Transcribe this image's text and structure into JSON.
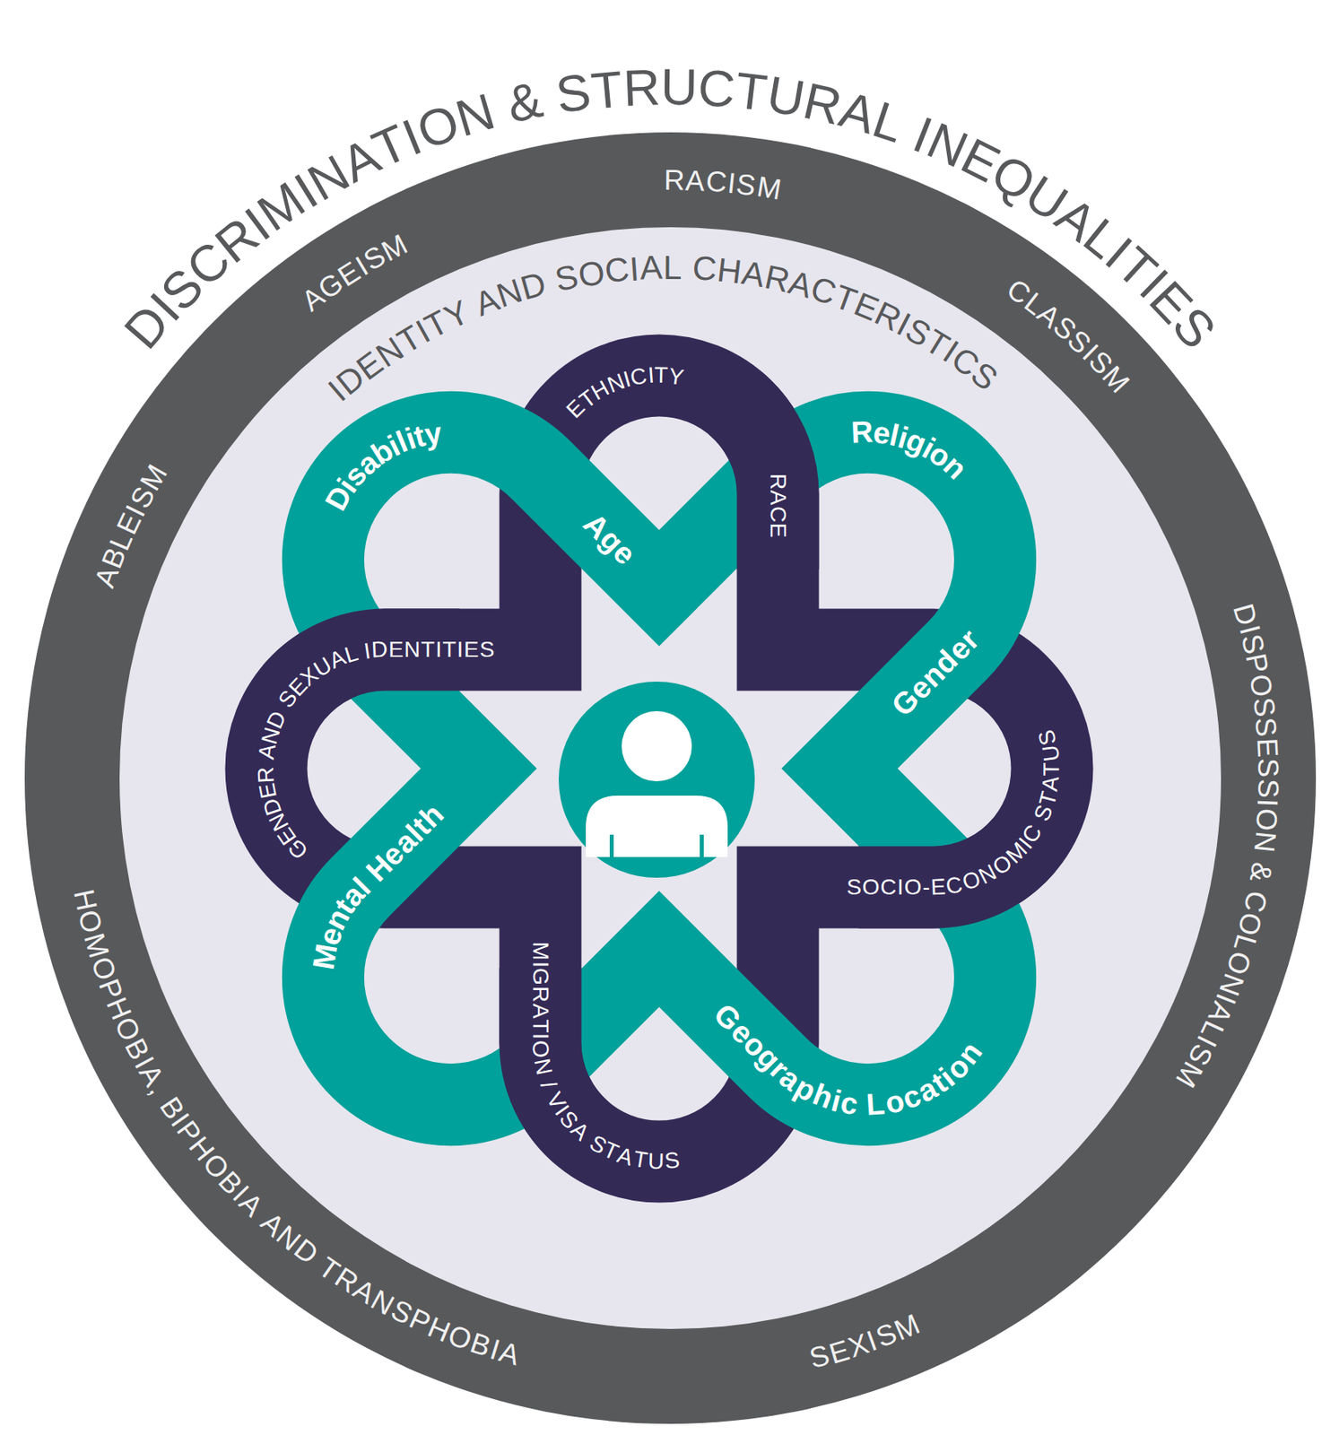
{
  "diagram": {
    "title": "DISCRIMINATION & STRUCTURAL INEQUALITIES",
    "nodes": [
      {
        "text": [
          "RACISM",
          "CLASSISM",
          "DISPOSSESSION & COLONIALISM",
          "SEXISM",
          "HOMOPHOBIA, BIPHOBIA AND TRANSPHOBIA",
          "ABLEISM",
          "AGEISM"
        ]
      },
      {
        "text": [
          "IDENTITY AND SOCIAL CHARACTERISTICS"
        ],
        "in": 0
      },
      {
        "text": [
          "ETHNICITY",
          "RACE",
          "SOCIO-ECONOMIC STATUS",
          "MIGRATION / VISA STATUS",
          "GENDER AND SEXUAL IDENTITIES"
        ],
        "in": 1
      },
      {
        "text": [
          "Disability",
          "Age",
          "Religion",
          "Gender",
          "Geographic Location",
          "Mental Health"
        ],
        "in": 1
      }
    ]
  }
}
